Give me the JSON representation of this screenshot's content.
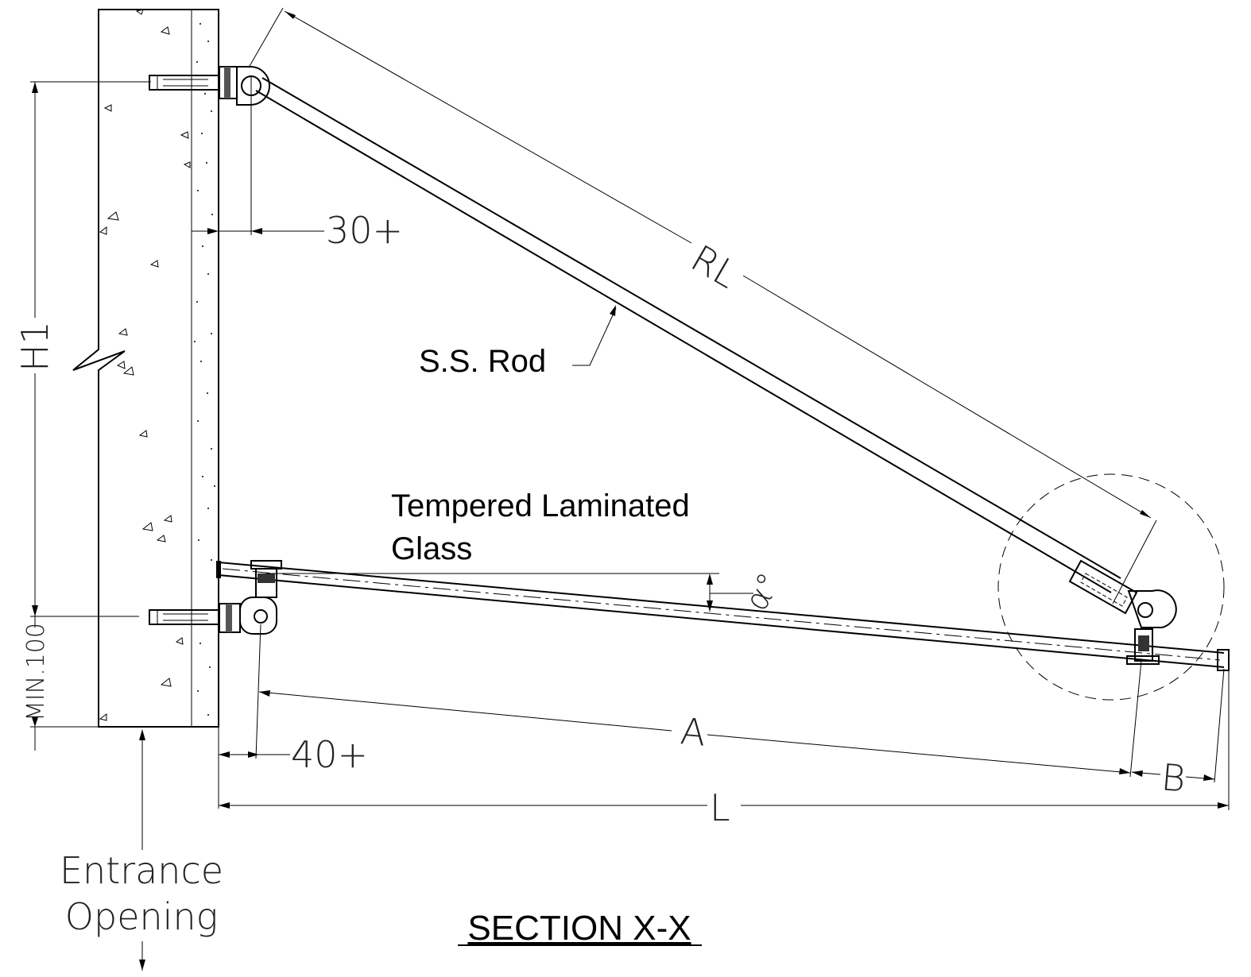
{
  "dimensions": {
    "rod_length": "RL",
    "height": "H1",
    "wall_offset_top": "30+",
    "wall_offset_bottom": "40+",
    "min_clearance": "MIN.100",
    "span_a": "A",
    "span_b": "B",
    "total_length": "L",
    "angle": "α°"
  },
  "labels": {
    "rod": "S.S. Rod",
    "glass_line1": "Tempered Laminated",
    "glass_line2": "Glass",
    "entrance_line1": "Entrance",
    "entrance_line2": "Opening",
    "section_title": "SECTION X-X"
  }
}
